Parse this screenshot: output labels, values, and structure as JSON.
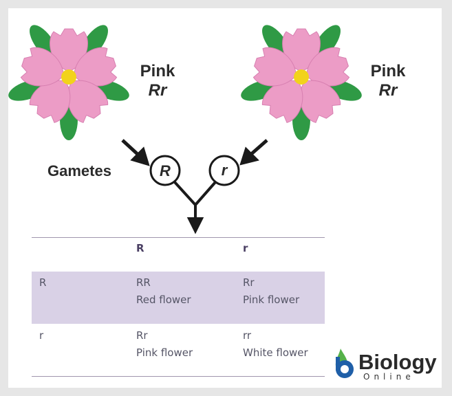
{
  "left_parent": {
    "phenotype": "Pink",
    "genotype": "Rr"
  },
  "right_parent": {
    "phenotype": "Pink",
    "genotype": "Rr"
  },
  "gametes_label": "Gametes",
  "gametes": [
    "R",
    "r"
  ],
  "punnett": {
    "column_headers": [
      "R",
      "r"
    ],
    "rows": [
      {
        "header": "R",
        "cells": [
          {
            "genotype": "RR",
            "phenotype": "Red flower"
          },
          {
            "genotype": "Rr",
            "phenotype": "Pink flower"
          }
        ]
      },
      {
        "header": "r",
        "cells": [
          {
            "genotype": "Rr",
            "phenotype": "Pink flower"
          },
          {
            "genotype": "rr",
            "phenotype": "White flower"
          }
        ]
      }
    ]
  },
  "logo": {
    "name": "Biology",
    "sub": "Online"
  },
  "colors": {
    "petal": "#ec9cc6",
    "petal_outline": "#d77fb0",
    "leaf": "#2f9a45",
    "center": "#f2d31b",
    "row_highlight": "#d9d1e6",
    "header_text": "#4a3f63"
  }
}
